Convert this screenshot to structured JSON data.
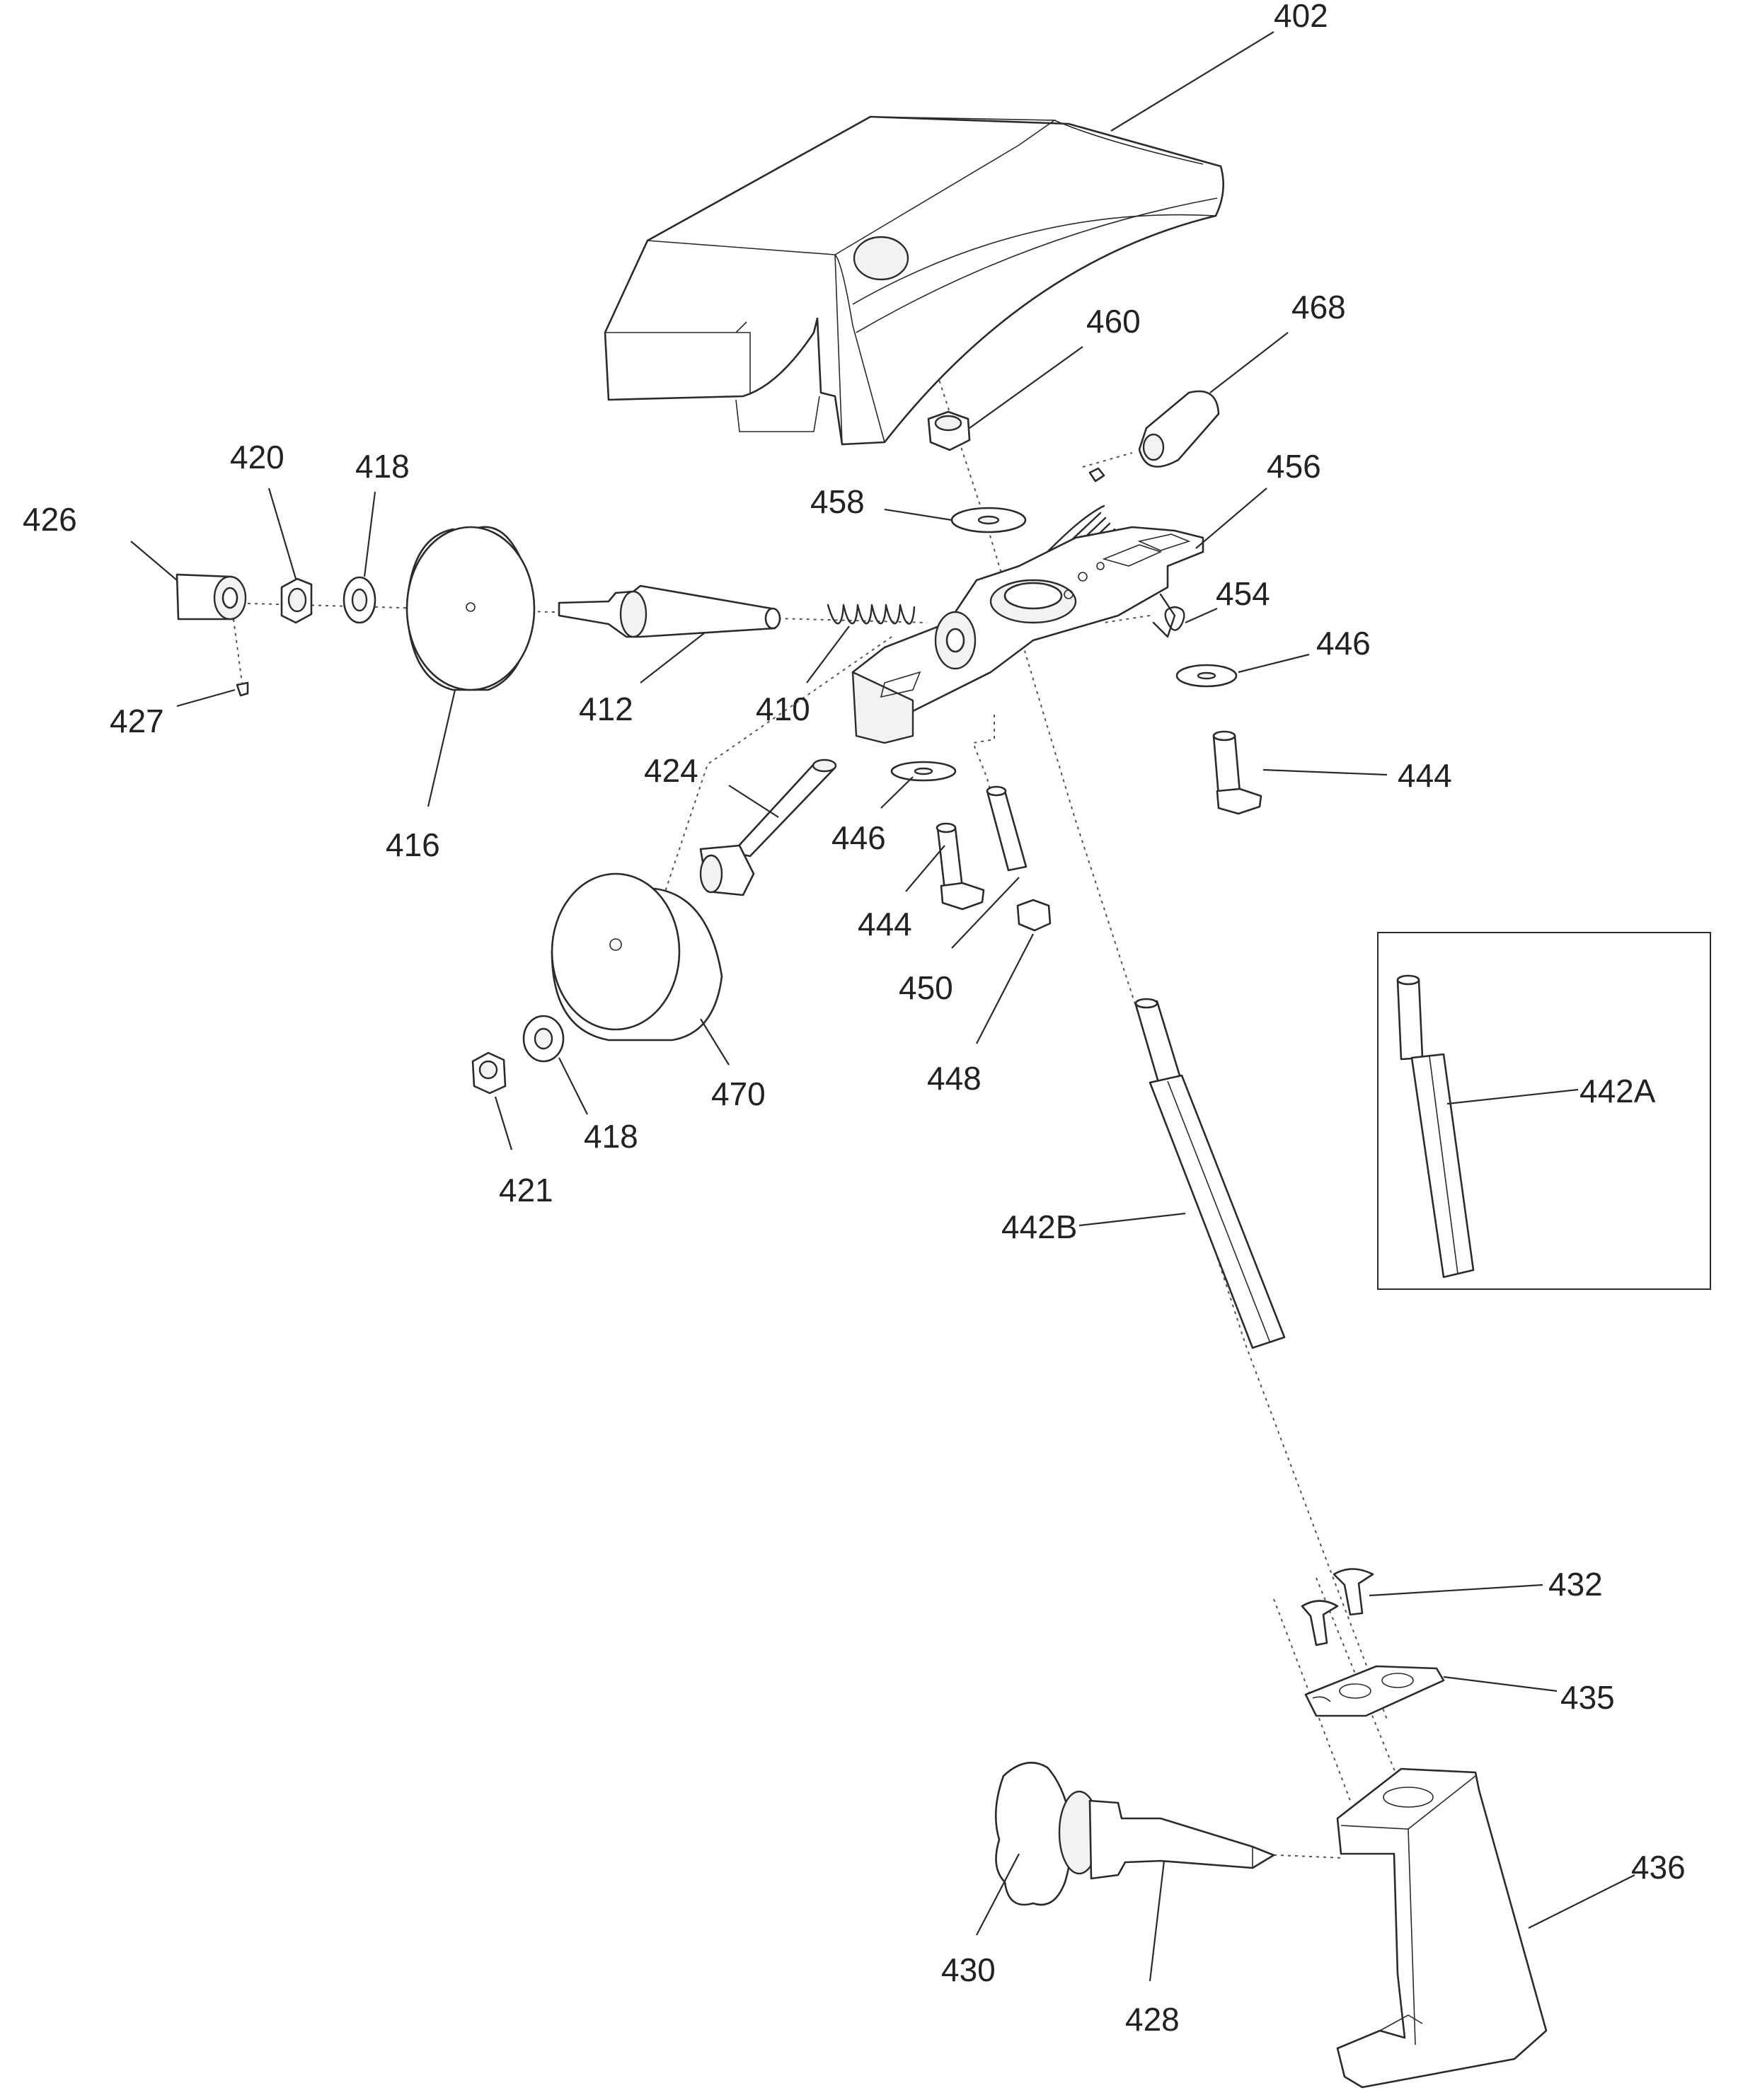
{
  "callouts": {
    "c402": "402",
    "c460": "460",
    "c468": "468",
    "c456": "456",
    "c458": "458",
    "c454": "454",
    "c446a": "446",
    "c446b": "446",
    "c444a": "444",
    "c444b": "444",
    "c426": "426",
    "c420": "420",
    "c418a": "418",
    "c418b": "418",
    "c427": "427",
    "c412": "412",
    "c410": "410",
    "c416": "416",
    "c424": "424",
    "c450": "450",
    "c448": "448",
    "c470": "470",
    "c421": "421",
    "c442A": "442A",
    "c442B": "442B",
    "c432": "432",
    "c435": "435",
    "c436": "436",
    "c430": "430",
    "c428": "428"
  }
}
